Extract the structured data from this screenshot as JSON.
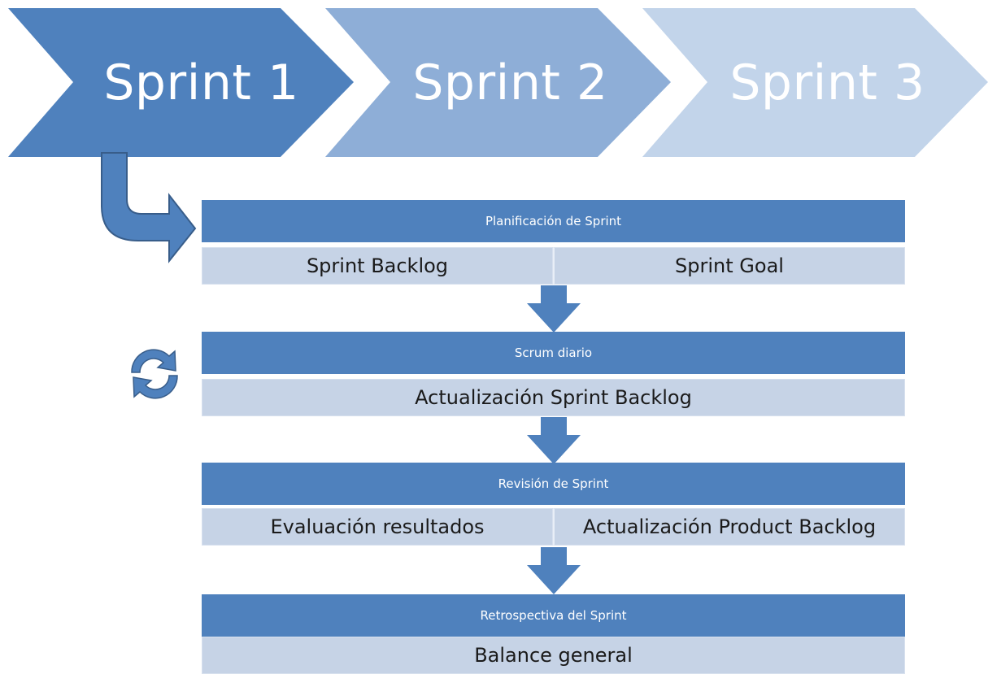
{
  "sprints": {
    "s1": "Sprint 1",
    "s2": "Sprint 2",
    "s3": "Sprint 3"
  },
  "stages": {
    "planning": {
      "title": "Planificación de Sprint",
      "left": "Sprint Backlog",
      "right": "Sprint Goal"
    },
    "daily": {
      "title": "Scrum diario",
      "single": "Actualización Sprint Backlog"
    },
    "review": {
      "title": "Revisión de Sprint",
      "left": "Evaluación resultados",
      "right": "Actualización Product Backlog"
    },
    "retro": {
      "title": "Retrospectiva del Sprint",
      "single": "Balance general"
    }
  },
  "colors": {
    "primary": "#4f81bd",
    "chevron_mid": "#8eaed7",
    "chevron_light": "#c2d4ea",
    "cell": "#c6d3e6"
  },
  "icons": {
    "bent_arrow": "bent-arrow-icon",
    "down_arrow": "down-arrow-icon",
    "cycle": "cycle-icon"
  }
}
